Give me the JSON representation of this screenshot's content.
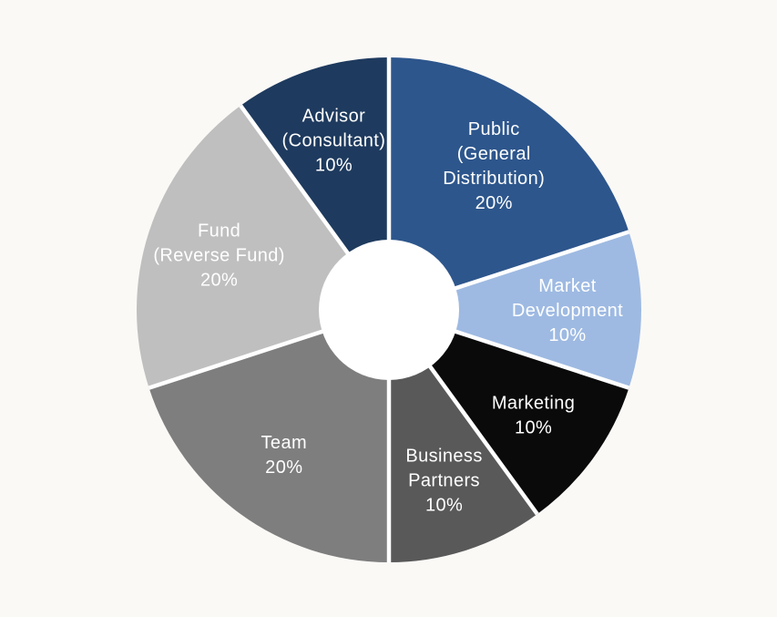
{
  "page": {
    "background_color": "#FBF9F6",
    "title": ""
  },
  "chart_data": {
    "type": "pie",
    "subtype": "donut",
    "title": "",
    "legend": "none",
    "start_angle_deg": 0,
    "direction": "clockwise",
    "inner_radius_ratio": 0.278,
    "separator_color": "#FFFFFF",
    "hole_color": "#FFFFFF",
    "label_color": "#FFFFFF",
    "categories": [
      "Public (General Distribution)",
      "Market Development",
      "Marketing",
      "Business Partners",
      "Team",
      "Fund (Reverse Fund)",
      "Advisor (Consultant)"
    ],
    "ids": [
      "public-general-distribution",
      "market-development",
      "marketing",
      "business-partners",
      "team",
      "fund-reverse-fund",
      "advisor-consultant"
    ],
    "values": [
      20,
      10,
      10,
      10,
      20,
      20,
      10
    ],
    "colors": [
      "#2D568C",
      "#9EBAE2",
      "#0A0A0A",
      "#595959",
      "#7E7E7E",
      "#BFBFBF",
      "#1E3A5E"
    ],
    "labels": [
      {
        "lines": [
          "Public",
          "(General",
          "Distribution)",
          "20%"
        ]
      },
      {
        "lines": [
          "Market",
          "Development",
          "10%"
        ]
      },
      {
        "lines": [
          "Marketing",
          "10%"
        ]
      },
      {
        "lines": [
          "Business",
          "Partners",
          "10%"
        ]
      },
      {
        "lines": [
          "Team",
          "20%"
        ]
      },
      {
        "lines": [
          "Fund",
          "(Reverse Fund)",
          "20%"
        ]
      },
      {
        "lines": [
          "Advisor",
          "(Consultant)",
          "10%"
        ]
      }
    ]
  }
}
